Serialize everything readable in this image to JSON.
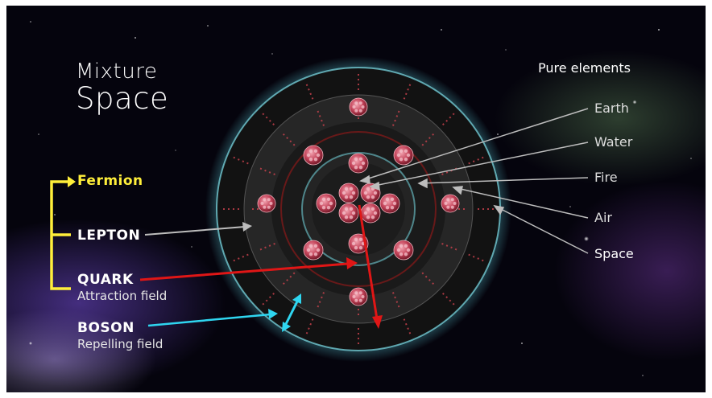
{
  "title": {
    "line1": "Mixture",
    "line2": "Space"
  },
  "pure_elements": {
    "heading": "Pure elements",
    "items": [
      "Earth",
      "Water",
      "Fire",
      "Air",
      "Space"
    ]
  },
  "particles": {
    "fermion": "Fermion",
    "lepton": "LEPTON",
    "quark": {
      "label": "QUARK",
      "sub": "Attraction field"
    },
    "boson": {
      "label": "BOSON",
      "sub": "Repelling field"
    }
  },
  "colors": {
    "fermion_bracket": "#ffef3a",
    "quark_arrow": "#e01616",
    "boson_arrow": "#2fd6f0",
    "lepton_arrow": "#bdbdbd",
    "sphere_ball": "#c4445a",
    "outer_glow": "#5fd0dc"
  }
}
